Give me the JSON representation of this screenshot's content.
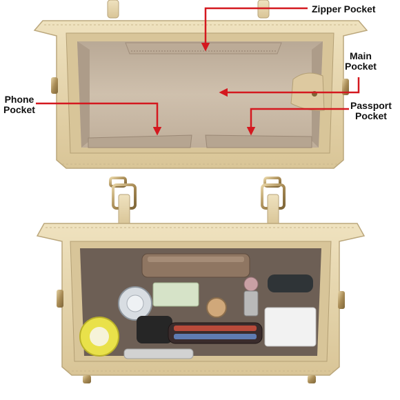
{
  "annotations": {
    "zipper": {
      "label": "Zipper Pocket"
    },
    "main": {
      "line1": "Main",
      "line2": "Pocket"
    },
    "phone": {
      "line1": "Phone",
      "line2": "Pocket"
    },
    "passport": {
      "line1": "Passport",
      "line2": "Pocket"
    }
  },
  "colors": {
    "leather": "#e5d3a9",
    "leather_dark": "#c7b287",
    "lining": "#c9b9a5",
    "lining_dark": "#a89684",
    "arrow": "#d4181f",
    "hardware": "#b59a69"
  }
}
